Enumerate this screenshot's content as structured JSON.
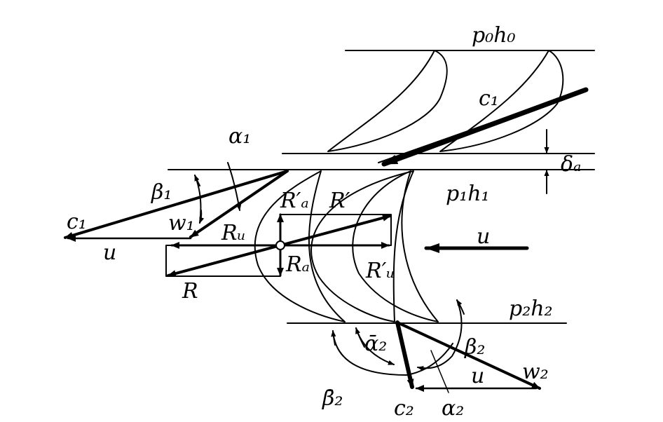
{
  "labels": {
    "p0h0": "p₀h₀",
    "c1_top": "c₁",
    "alpha1": "α₁",
    "delta_a": "δₐ",
    "beta1": "β₁",
    "p1h1": "p₁h₁",
    "c1_left": "c₁",
    "w1": "w₁",
    "Ra_prime": "R′ₐ",
    "R_prime": "R′",
    "Ru": "Rᵤ",
    "u_left": "u",
    "u_right": "u",
    "Ra": "Rₐ",
    "Ru_prime": "R′ᵤ",
    "R": "R",
    "p2h2": "p₂h₂",
    "alpha2_bar": "ᾱ₂",
    "beta2": "β₂",
    "beta2_bar": "β̄₂",
    "u_bottom": "u",
    "w2": "w₂",
    "c2": "c₂",
    "alpha2": "α₂"
  },
  "colors": {
    "ink": "#000000",
    "background": "#ffffff"
  }
}
